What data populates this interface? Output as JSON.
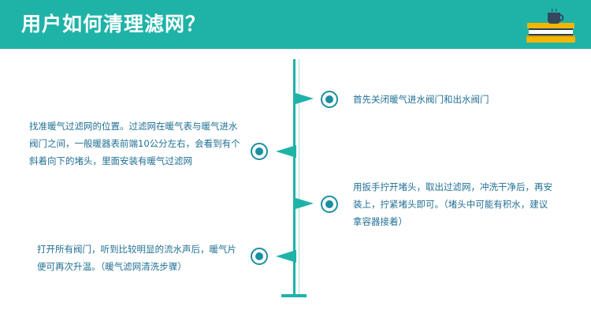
{
  "header": {
    "title": "用户如何清理滤网？",
    "icon": "books-and-coffee-cup-icon"
  },
  "colors": {
    "accent": "#1fb3a8",
    "text": "#1f6f93",
    "dot": "#1a8fa0"
  },
  "steps": [
    {
      "side": "right",
      "text": "首先关闭暖气进水阀门和出水阀门"
    },
    {
      "side": "left",
      "text": "找准暖气过滤网的位置。过滤网在暖气表与暖气进水阀门之间，一般暖器表前端10公分左右，会看到有个斜着向下的堵头，里面安装有暖气过滤网"
    },
    {
      "side": "right",
      "text": "用扳手拧开堵头，取出过滤网，冲洗干净后，再安装上，拧紧堵头即可。（堵头中可能有积水，建议拿容器接着）"
    },
    {
      "side": "left",
      "text": "打开所有阀门，听到比较明显的流水声后，暖气片便可再次升温。（暖气滤网清洗步骤）"
    }
  ]
}
